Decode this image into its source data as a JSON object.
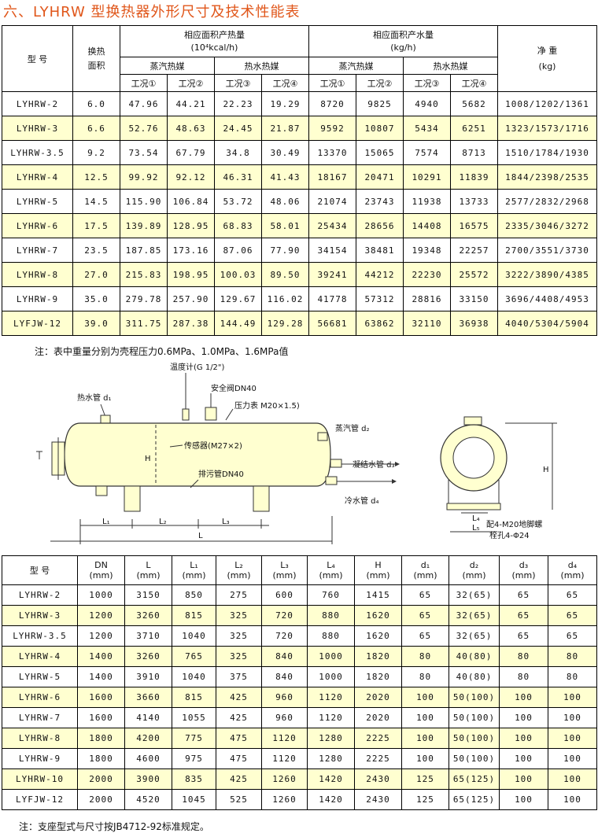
{
  "title": "六、LYHRW 型换热器外形尺寸及技术性能表",
  "table1": {
    "h_model": "型 号",
    "h_area": "换热\n面积",
    "h_heat": "相应面积产热量",
    "h_heat_unit": "(10⁴kcal/h)",
    "h_water": "相应面积产水量",
    "h_water_unit": "(kg/h)",
    "h_weight": "净 重",
    "h_weight_unit": "(kg)",
    "h_steam": "蒸汽热媒",
    "h_hotwater": "热水热媒",
    "cond": [
      "工况①",
      "工况②",
      "工况③",
      "工况④"
    ],
    "rows": [
      [
        "LYHRW-2",
        "6.0",
        "47.96",
        "44.21",
        "22.23",
        "19.29",
        "8720",
        "9825",
        "4940",
        "5682",
        "1008/1202/1361"
      ],
      [
        "LYHRW-3",
        "6.6",
        "52.76",
        "48.63",
        "24.45",
        "21.87",
        "9592",
        "10807",
        "5434",
        "6251",
        "1323/1573/1716"
      ],
      [
        "LYHRW-3.5",
        "9.2",
        "73.54",
        "67.79",
        "34.8",
        "30.49",
        "13370",
        "15065",
        "7574",
        "8713",
        "1510/1784/1930"
      ],
      [
        "LYHRW-4",
        "12.5",
        "99.92",
        "92.12",
        "46.31",
        "41.43",
        "18167",
        "20471",
        "10291",
        "11839",
        "1844/2398/2535"
      ],
      [
        "LYHRW-5",
        "14.5",
        "115.90",
        "106.84",
        "53.72",
        "48.06",
        "21074",
        "23743",
        "11938",
        "13733",
        "2577/2832/2968"
      ],
      [
        "LYHRW-6",
        "17.5",
        "139.89",
        "128.95",
        "68.83",
        "58.01",
        "25434",
        "28656",
        "14408",
        "16575",
        "2335/3046/3272"
      ],
      [
        "LYHRW-7",
        "23.5",
        "187.85",
        "173.16",
        "87.06",
        "77.90",
        "34154",
        "38481",
        "19348",
        "22257",
        "2700/3551/3730"
      ],
      [
        "LYHRW-8",
        "27.0",
        "215.83",
        "198.95",
        "100.03",
        "89.50",
        "39241",
        "44212",
        "22230",
        "25572",
        "3222/3890/4385"
      ],
      [
        "LYHRW-9",
        "35.0",
        "279.78",
        "257.90",
        "129.67",
        "116.02",
        "41778",
        "57312",
        "28816",
        "33150",
        "3696/4408/4953"
      ],
      [
        "LYFJW-12",
        "39.0",
        "311.75",
        "287.38",
        "144.49",
        "129.28",
        "56681",
        "63862",
        "32110",
        "36938",
        "4040/5304/5904"
      ]
    ]
  },
  "note1": "注：表中重量分别为壳程压力0.6MPa、1.0MPa、1.6MPa值",
  "diagram": {
    "thermometer": "温度计(G 1/2\")",
    "hot_water_pipe": "热水管 d₁",
    "safety_valve": "安全阀DN40",
    "pressure_gauge": "压力表 M20×1.5)",
    "steam_pipe": "蒸汽管 d₂",
    "sensor": "传感器(M27×2)",
    "drain": "排污管DN40",
    "condensate": "凝结水管 d₃",
    "cold_water": "冷水管 d₄",
    "dim_h": "H",
    "dim_l1": "L₁",
    "dim_l2": "L₂",
    "dim_l3": "L₃",
    "dim_l": "L",
    "dim_l4": "L₄",
    "dim_l5": "L₅",
    "bolt1": "配4-M20地脚螺",
    "bolt2": "栓孔4-Φ24"
  },
  "table2": {
    "headers": [
      [
        "型 号",
        ""
      ],
      [
        "DN",
        "(mm)"
      ],
      [
        "L",
        "(mm)"
      ],
      [
        "L₁",
        "(mm)"
      ],
      [
        "L₂",
        "(mm)"
      ],
      [
        "L₃",
        "(mm)"
      ],
      [
        "L₄",
        "(mm)"
      ],
      [
        "H",
        "(mm)"
      ],
      [
        "d₁",
        "(mm)"
      ],
      [
        "d₂",
        "(mm)"
      ],
      [
        "d₃",
        "(mm)"
      ],
      [
        "d₄",
        "(mm)"
      ]
    ],
    "rows": [
      [
        "LYHRW-2",
        "1000",
        "3150",
        "850",
        "275",
        "600",
        "760",
        "1415",
        "65",
        "32(65)",
        "65",
        "65"
      ],
      [
        "LYHRW-3",
        "1200",
        "3260",
        "815",
        "325",
        "720",
        "880",
        "1620",
        "65",
        "32(65)",
        "65",
        "65"
      ],
      [
        "LYHRW-3.5",
        "1200",
        "3710",
        "1040",
        "325",
        "720",
        "880",
        "1620",
        "65",
        "32(65)",
        "65",
        "65"
      ],
      [
        "LYHRW-4",
        "1400",
        "3260",
        "765",
        "325",
        "840",
        "1000",
        "1820",
        "80",
        "40(80)",
        "80",
        "80"
      ],
      [
        "LYHRW-5",
        "1400",
        "3910",
        "1040",
        "375",
        "840",
        "1000",
        "1820",
        "80",
        "40(80)",
        "80",
        "80"
      ],
      [
        "LYHRW-6",
        "1600",
        "3660",
        "815",
        "425",
        "960",
        "1120",
        "2020",
        "100",
        "50(100)",
        "100",
        "100"
      ],
      [
        "LYHRW-7",
        "1600",
        "4140",
        "1055",
        "425",
        "960",
        "1120",
        "2020",
        "100",
        "50(100)",
        "100",
        "100"
      ],
      [
        "LYHRW-8",
        "1800",
        "4200",
        "775",
        "475",
        "1120",
        "1280",
        "2225",
        "100",
        "50(100)",
        "100",
        "100"
      ],
      [
        "LYHRW-9",
        "1800",
        "4600",
        "975",
        "475",
        "1120",
        "1280",
        "2225",
        "100",
        "50(100)",
        "100",
        "100"
      ],
      [
        "LYHRW-10",
        "2000",
        "3900",
        "835",
        "425",
        "1260",
        "1420",
        "2430",
        "125",
        "65(125)",
        "100",
        "100"
      ],
      [
        "LYFJW-12",
        "2000",
        "4520",
        "1045",
        "525",
        "1260",
        "1420",
        "2430",
        "125",
        "65(125)",
        "100",
        "100"
      ]
    ]
  },
  "note2": "注：支座型式与尺寸按JB4712-92标准规定。"
}
